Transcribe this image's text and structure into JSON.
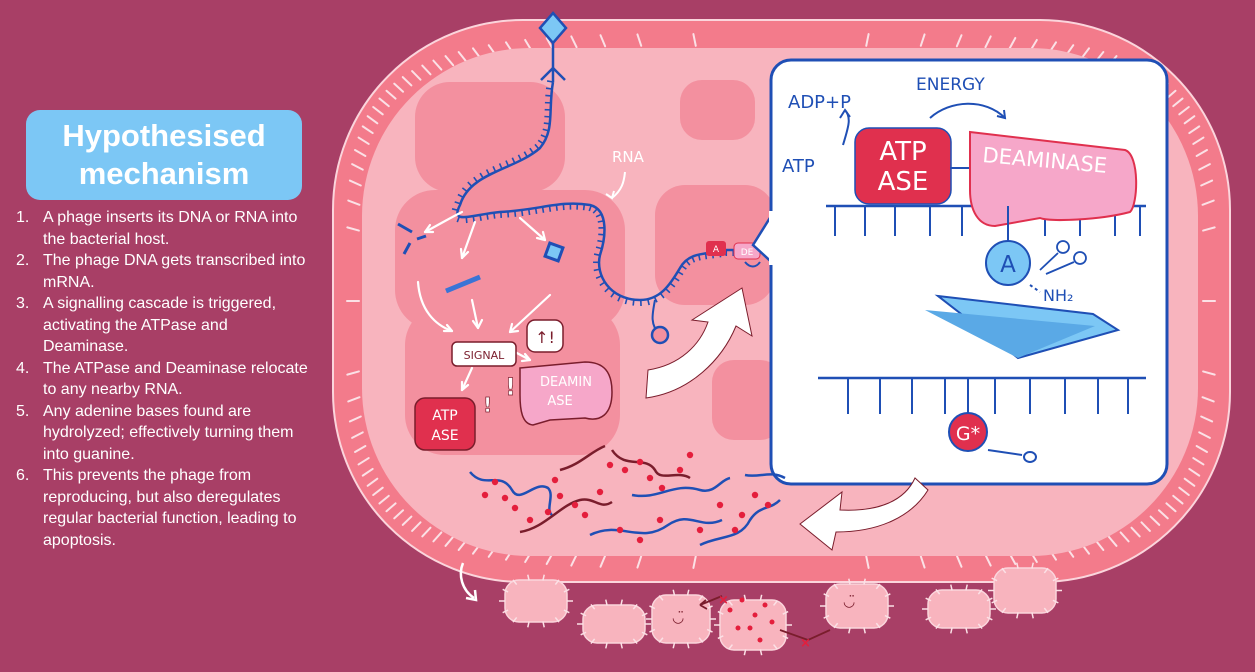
{
  "title": "Hypothesised mechanism",
  "steps": [
    {
      "num": "1.",
      "text": "A phage inserts its DNA or RNA into the bacterial host."
    },
    {
      "num": "2.",
      "text": "The phage DNA gets transcribed into mRNA."
    },
    {
      "num": "3.",
      "text": "A signalling cascade is triggered, activating the ATPase and Deaminase."
    },
    {
      "num": "4.",
      "text": "The ATPase and Deaminase relocate to any nearby RNA."
    },
    {
      "num": "5.",
      "text": "Any adenine bases found are hydrolyzed; effectively turning them into guanine."
    },
    {
      "num": "6.",
      "text": "This prevents the phage from reproducing, but also deregulates regular bacterial function, leading to apoptosis."
    }
  ],
  "labels": {
    "rna": "RNA",
    "signal": "SIGNAL",
    "alert": "↑!",
    "exclaim": "!",
    "atp_line1": "ATP",
    "atp_line2": "ASE",
    "deam_line1": "DEAMIN",
    "deam_line2": "ASE",
    "tag_a": "A",
    "tag_de": "DE",
    "zoom_adp": "ADP+P",
    "zoom_energy": "ENERGY",
    "zoom_atp": "ATP",
    "zoom_atpase_1": "ATP",
    "zoom_atpase_2": "ASE",
    "zoom_deaminase": "DEAMINASE",
    "base_a": "A",
    "nh2": "NH₂",
    "base_g": "G*"
  },
  "colors": {
    "background": "#a83f66",
    "cell_wall": "#f37b8b",
    "cytoplasm": "#f8b4be",
    "title_box": "#7cc7f5",
    "nucleic_acid": "#1f4fb5",
    "atpase": "#e0304e",
    "deaminase": "#f6a7c9"
  },
  "icons": [
    "phage-icon",
    "arrow-icon",
    "smiley-bacterium-icon",
    "scissors-icon"
  ]
}
